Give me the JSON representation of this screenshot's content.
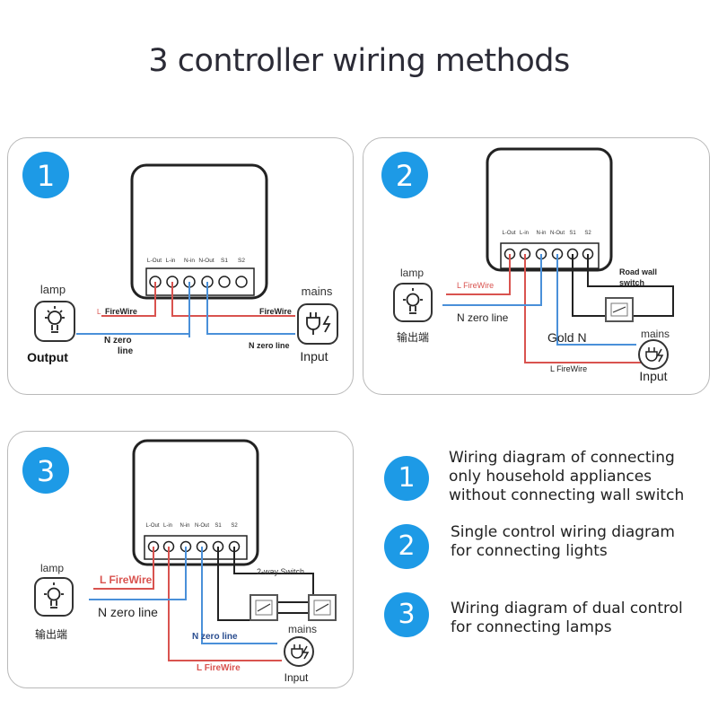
{
  "title": "3 controller wiring methods",
  "device": {
    "terminals": [
      "L-Out",
      "L-in",
      "N-in",
      "N-Out",
      "S1",
      "S2"
    ]
  },
  "panels": [
    {
      "number": "1",
      "lamp_label": "lamp",
      "output_label": "Output",
      "firewire_left": "FireWire",
      "firewire_right": "FireWire",
      "n_zero_left": "N zero",
      "n_zero_left_2": "line",
      "n_zero_right": "N zero line",
      "mains_label": "mains",
      "input_label": "Input"
    },
    {
      "number": "2",
      "lamp_label": "lamp",
      "output_label": "输出端",
      "firewire_left": "L FireWire",
      "n_zero_left": "N zero line",
      "gold_n": "Gold N",
      "firewire_bottom": "L FireWire",
      "wall_switch_1": "Road wall",
      "wall_switch_2": "switch",
      "mains_label": "mains",
      "input_label": "Input"
    },
    {
      "number": "3",
      "lamp_label": "lamp",
      "output_label": "输出端",
      "firewire_left": "L FireWire",
      "n_zero_left": "N zero line",
      "two_way_switch": "2-way Switch",
      "n_zero_bottom": "N zero line",
      "firewire_bottom": "L FireWire",
      "mains_label": "mains",
      "input_label": "Input"
    }
  ],
  "legend": [
    {
      "number": "1",
      "lines": [
        "Wiring diagram of connecting",
        "only household appliances",
        "without connecting wall switch"
      ]
    },
    {
      "number": "2",
      "lines": [
        "Single control wiring diagram",
        "for connecting lights"
      ]
    },
    {
      "number": "3",
      "lines": [
        "Wiring diagram of dual control",
        "for connecting lamps"
      ]
    }
  ],
  "colors": {
    "accent": "#1d9ae6",
    "live": "#d9534f",
    "neutral": "#4a90d9",
    "switch_wire": "#222222"
  }
}
